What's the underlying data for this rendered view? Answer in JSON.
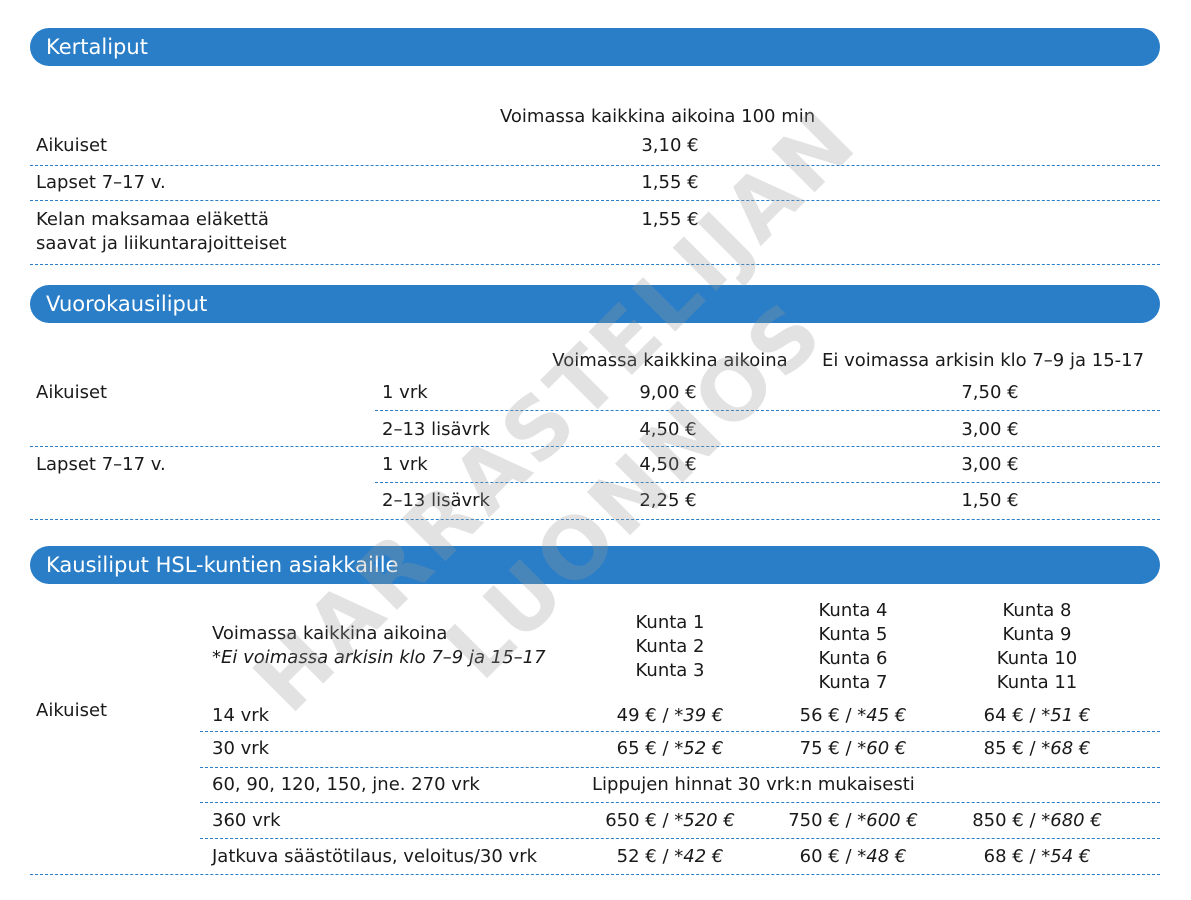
{
  "watermark": {
    "line1": "HARRASTELIJAN",
    "line2": "LUONNOS"
  },
  "single": {
    "title": "Kertaliput",
    "col_header": "Voimassa kaikkina aikoina 100 min",
    "rows": [
      {
        "label": "Aikuiset",
        "price": "3,10 €"
      },
      {
        "label": "Lapset 7–17 v.",
        "price": "1,55 €"
      },
      {
        "label_line1": "Kelan maksamaa eläkettä",
        "label_line2": "saavat ja liikuntarajoitteiset",
        "price": "1,55 €"
      }
    ]
  },
  "day": {
    "title": "Vuorokausiliput",
    "col1": "Voimassa kaikkina aikoina",
    "col2": "Ei voimassa arkisin klo 7–9 ja 15-17",
    "groups": [
      {
        "label": "Aikuiset",
        "rows": [
          {
            "dur": "1 vrk",
            "p1": "9,00 €",
            "p2": "7,50 €"
          },
          {
            "dur": "2–13 lisävrk",
            "p1": "4,50 €",
            "p2": "3,00 €"
          }
        ]
      },
      {
        "label": "Lapset 7–17 v.",
        "rows": [
          {
            "dur": "1 vrk",
            "p1": "4,50 €",
            "p2": "3,00 €"
          },
          {
            "dur": "2–13 lisävrk",
            "p1": "2,25 €",
            "p2": "1,50 €"
          }
        ]
      }
    ]
  },
  "season": {
    "title": "Kausiliput HSL-kuntien asiakkaille",
    "desc_line1": "Voimassa kaikkina aikoina",
    "desc_line2": "*Ei voimassa arkisin klo 7–9 ja 15–17",
    "zone_cols": [
      [
        "Kunta 1",
        "Kunta 2",
        "Kunta 3"
      ],
      [
        "Kunta 4",
        "Kunta 5",
        "Kunta 6",
        "Kunta 7"
      ],
      [
        "Kunta 8",
        "Kunta 9",
        "Kunta 10",
        "Kunta 11"
      ]
    ],
    "group_label": "Aikuiset",
    "rows": [
      {
        "dur": "14 vrk",
        "prices": [
          {
            "reg": "49 € / ",
            "alt": "*39 €"
          },
          {
            "reg": "56 € / ",
            "alt": "*45 €"
          },
          {
            "reg": "64 € / ",
            "alt": "*51 €"
          }
        ]
      },
      {
        "dur": "30 vrk",
        "prices": [
          {
            "reg": "65 € / ",
            "alt": "*52 €"
          },
          {
            "reg": "75 € / ",
            "alt": "*60 €"
          },
          {
            "reg": "85 € / ",
            "alt": "*68 €"
          }
        ]
      },
      {
        "dur": "60, 90, 120, 150, jne. 270 vrk",
        "note": "Lippujen hinnat 30 vrk:n mukaisesti"
      },
      {
        "dur": "360 vrk",
        "prices": [
          {
            "reg": "650 € / ",
            "alt": "*520 €"
          },
          {
            "reg": "750 € / ",
            "alt": "*600 €"
          },
          {
            "reg": "850 € / ",
            "alt": "*680 €"
          }
        ]
      },
      {
        "dur": "Jatkuva säästötilaus, veloitus/30 vrk",
        "prices": [
          {
            "reg": "52 € / ",
            "alt": "*42 €"
          },
          {
            "reg": "60 € / ",
            "alt": "*48 €"
          },
          {
            "reg": "68 € / ",
            "alt": "*54 €"
          }
        ]
      }
    ]
  }
}
